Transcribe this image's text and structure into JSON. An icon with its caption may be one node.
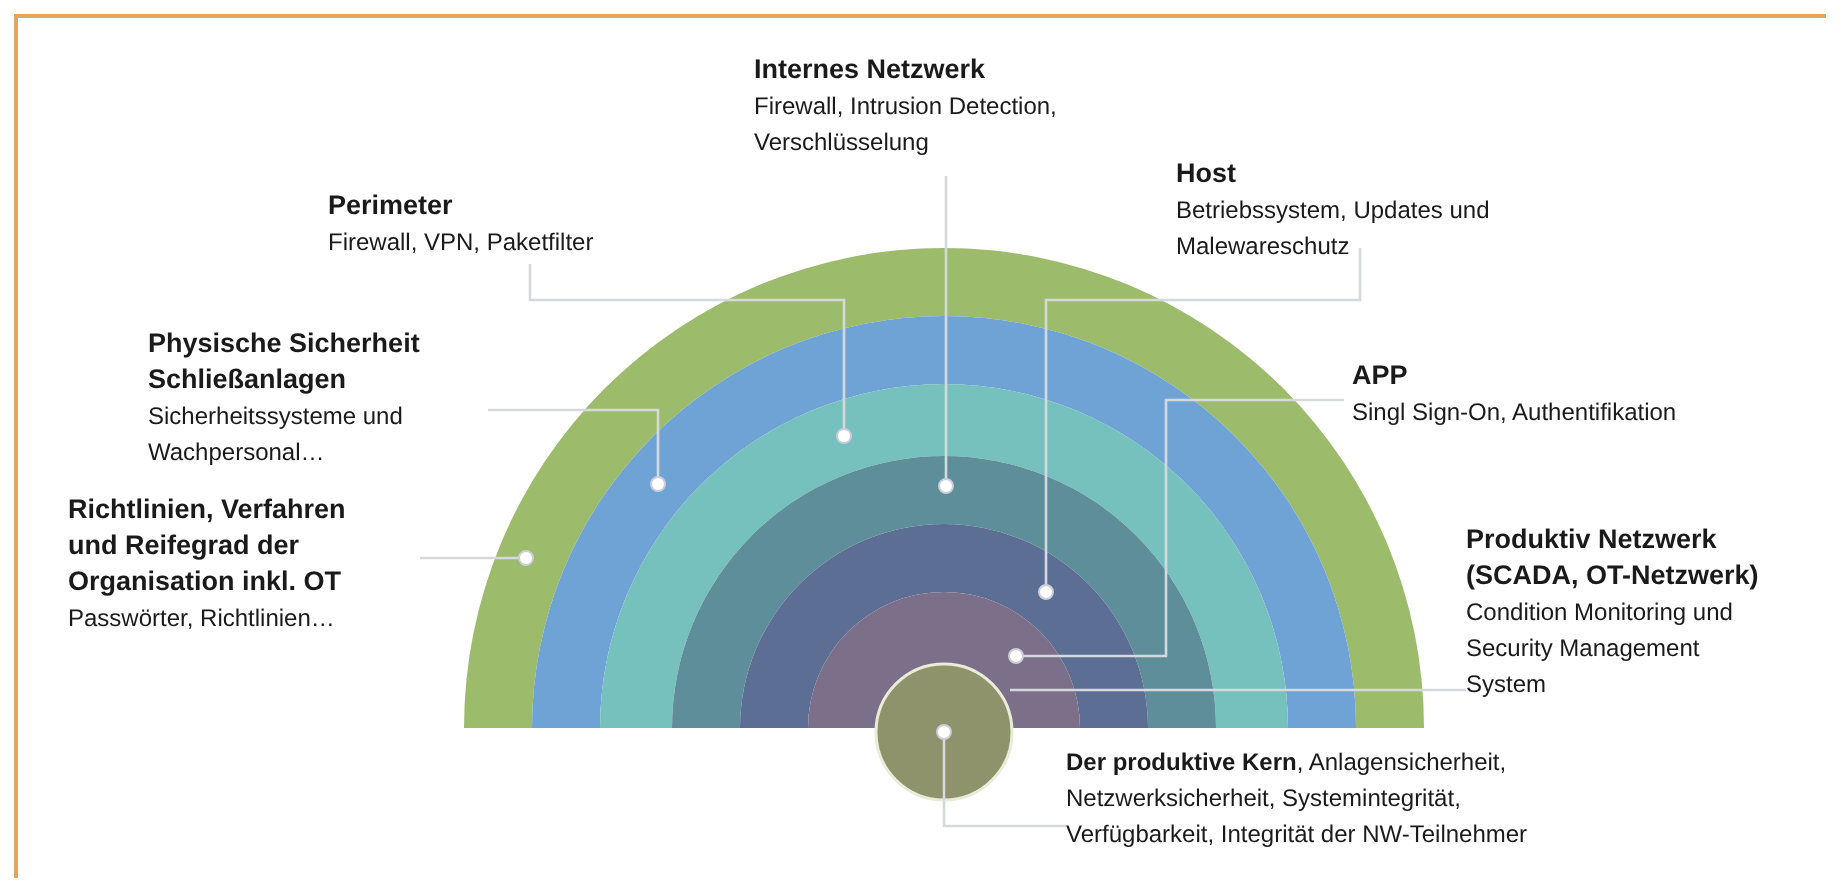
{
  "diagram": {
    "nodes": [
      {
        "text": [
          "Internes Netzwerk",
          "Firewall, Intrusion Detection, Verschlüsselung"
        ]
      },
      {
        "text": [
          "Host",
          "Betriebssystem, Updates und Malewareschutz"
        ]
      },
      {
        "text": [
          "Perimeter",
          "Firewall, VPN, Paketfilter"
        ]
      },
      {
        "text": [
          "Physische Sicherheit Schließanlagen",
          "Sicherheitssysteme und Wachpersonal…"
        ]
      },
      {
        "text": [
          "APP",
          "Singl Sign-On,  Authentifikation"
        ]
      },
      {
        "text": [
          "Richtlinien, Verfahren und Reifegrad der Organisation inkl. OT",
          "Passwörter, Richtlinien…"
        ]
      },
      {
        "text": [
          "Produktiv Netzwerk (SCADA, OT-Netzwerk)",
          "Condition Monitoring und Security Management System"
        ]
      },
      {
        "text": [
          "**Der produktive Kern**, Anlagensicherheit, Netzwerksicherheit, Systemintegrität, Verfügbarkeit, Integrität der NW-Teilnehmer"
        ]
      },
      {
        "text": [],
        "shape": "band"
      },
      {
        "text": [],
        "shape": "band"
      },
      {
        "text": [],
        "shape": "band"
      },
      {
        "text": [],
        "shape": "band"
      },
      {
        "text": [],
        "shape": "band"
      },
      {
        "text": [],
        "shape": "band"
      },
      {
        "text": [],
        "shape": "circle"
      }
    ],
    "edges": [
      {
        "from": 5,
        "to": 8,
        "arrow": "other"
      },
      {
        "from": 3,
        "to": 9,
        "arrow": "other"
      },
      {
        "from": 2,
        "to": 10,
        "arrow": "other"
      },
      {
        "from": 0,
        "to": 11,
        "arrow": "other"
      },
      {
        "from": 1,
        "to": 12,
        "arrow": "other"
      },
      {
        "from": 4,
        "to": 13,
        "arrow": "other"
      },
      {
        "from": 6,
        "to": 14,
        "arrow": "none"
      },
      {
        "from": 7,
        "to": 14,
        "arrow": "other"
      }
    ]
  }
}
